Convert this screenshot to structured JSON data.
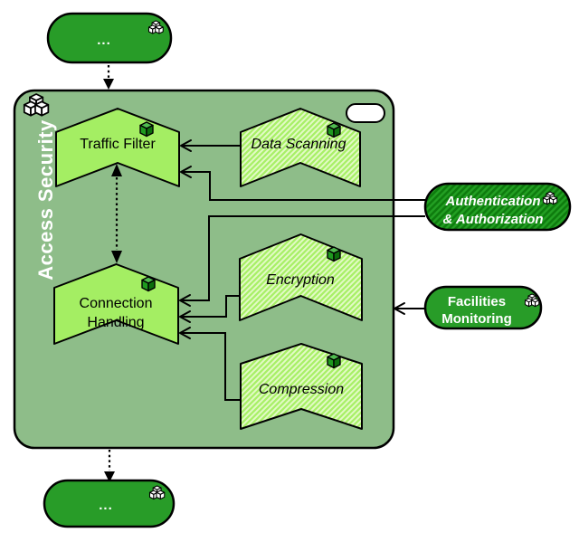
{
  "colors": {
    "page_bg": "#ffffff",
    "container_fill": "#8ebd89",
    "chevron_fill": "#a4ee63",
    "chevron_hatch_base": "#a8f067",
    "chevron_hatch_stripe": "#e3fac6",
    "pill_fill": "#289c28",
    "pill_hatch_base": "#23a023",
    "pill_hatch_stripe": "#0e7c0e",
    "cube_top": "#4fbc4f",
    "cube_left": "#1f9a1f",
    "cube_right": "#0c6e0c",
    "white": "#ffffff",
    "outline": "#000000"
  },
  "container": {
    "label": "Access Security"
  },
  "nodes": {
    "external_top": {
      "label": "..."
    },
    "traffic_filter": {
      "label": "Traffic Filter"
    },
    "data_scanning": {
      "label": "Data Scanning"
    },
    "connection_handling": {
      "line1": "Connection",
      "line2": "Handling"
    },
    "encryption": {
      "label": "Encryption"
    },
    "compression": {
      "label": "Compression"
    },
    "authentication": {
      "line1": "Authentication",
      "line2": "& Authorization"
    },
    "facilities": {
      "line1": "Facilities",
      "line2": "Monitoring"
    },
    "external_bottom": {
      "label": "..."
    }
  }
}
